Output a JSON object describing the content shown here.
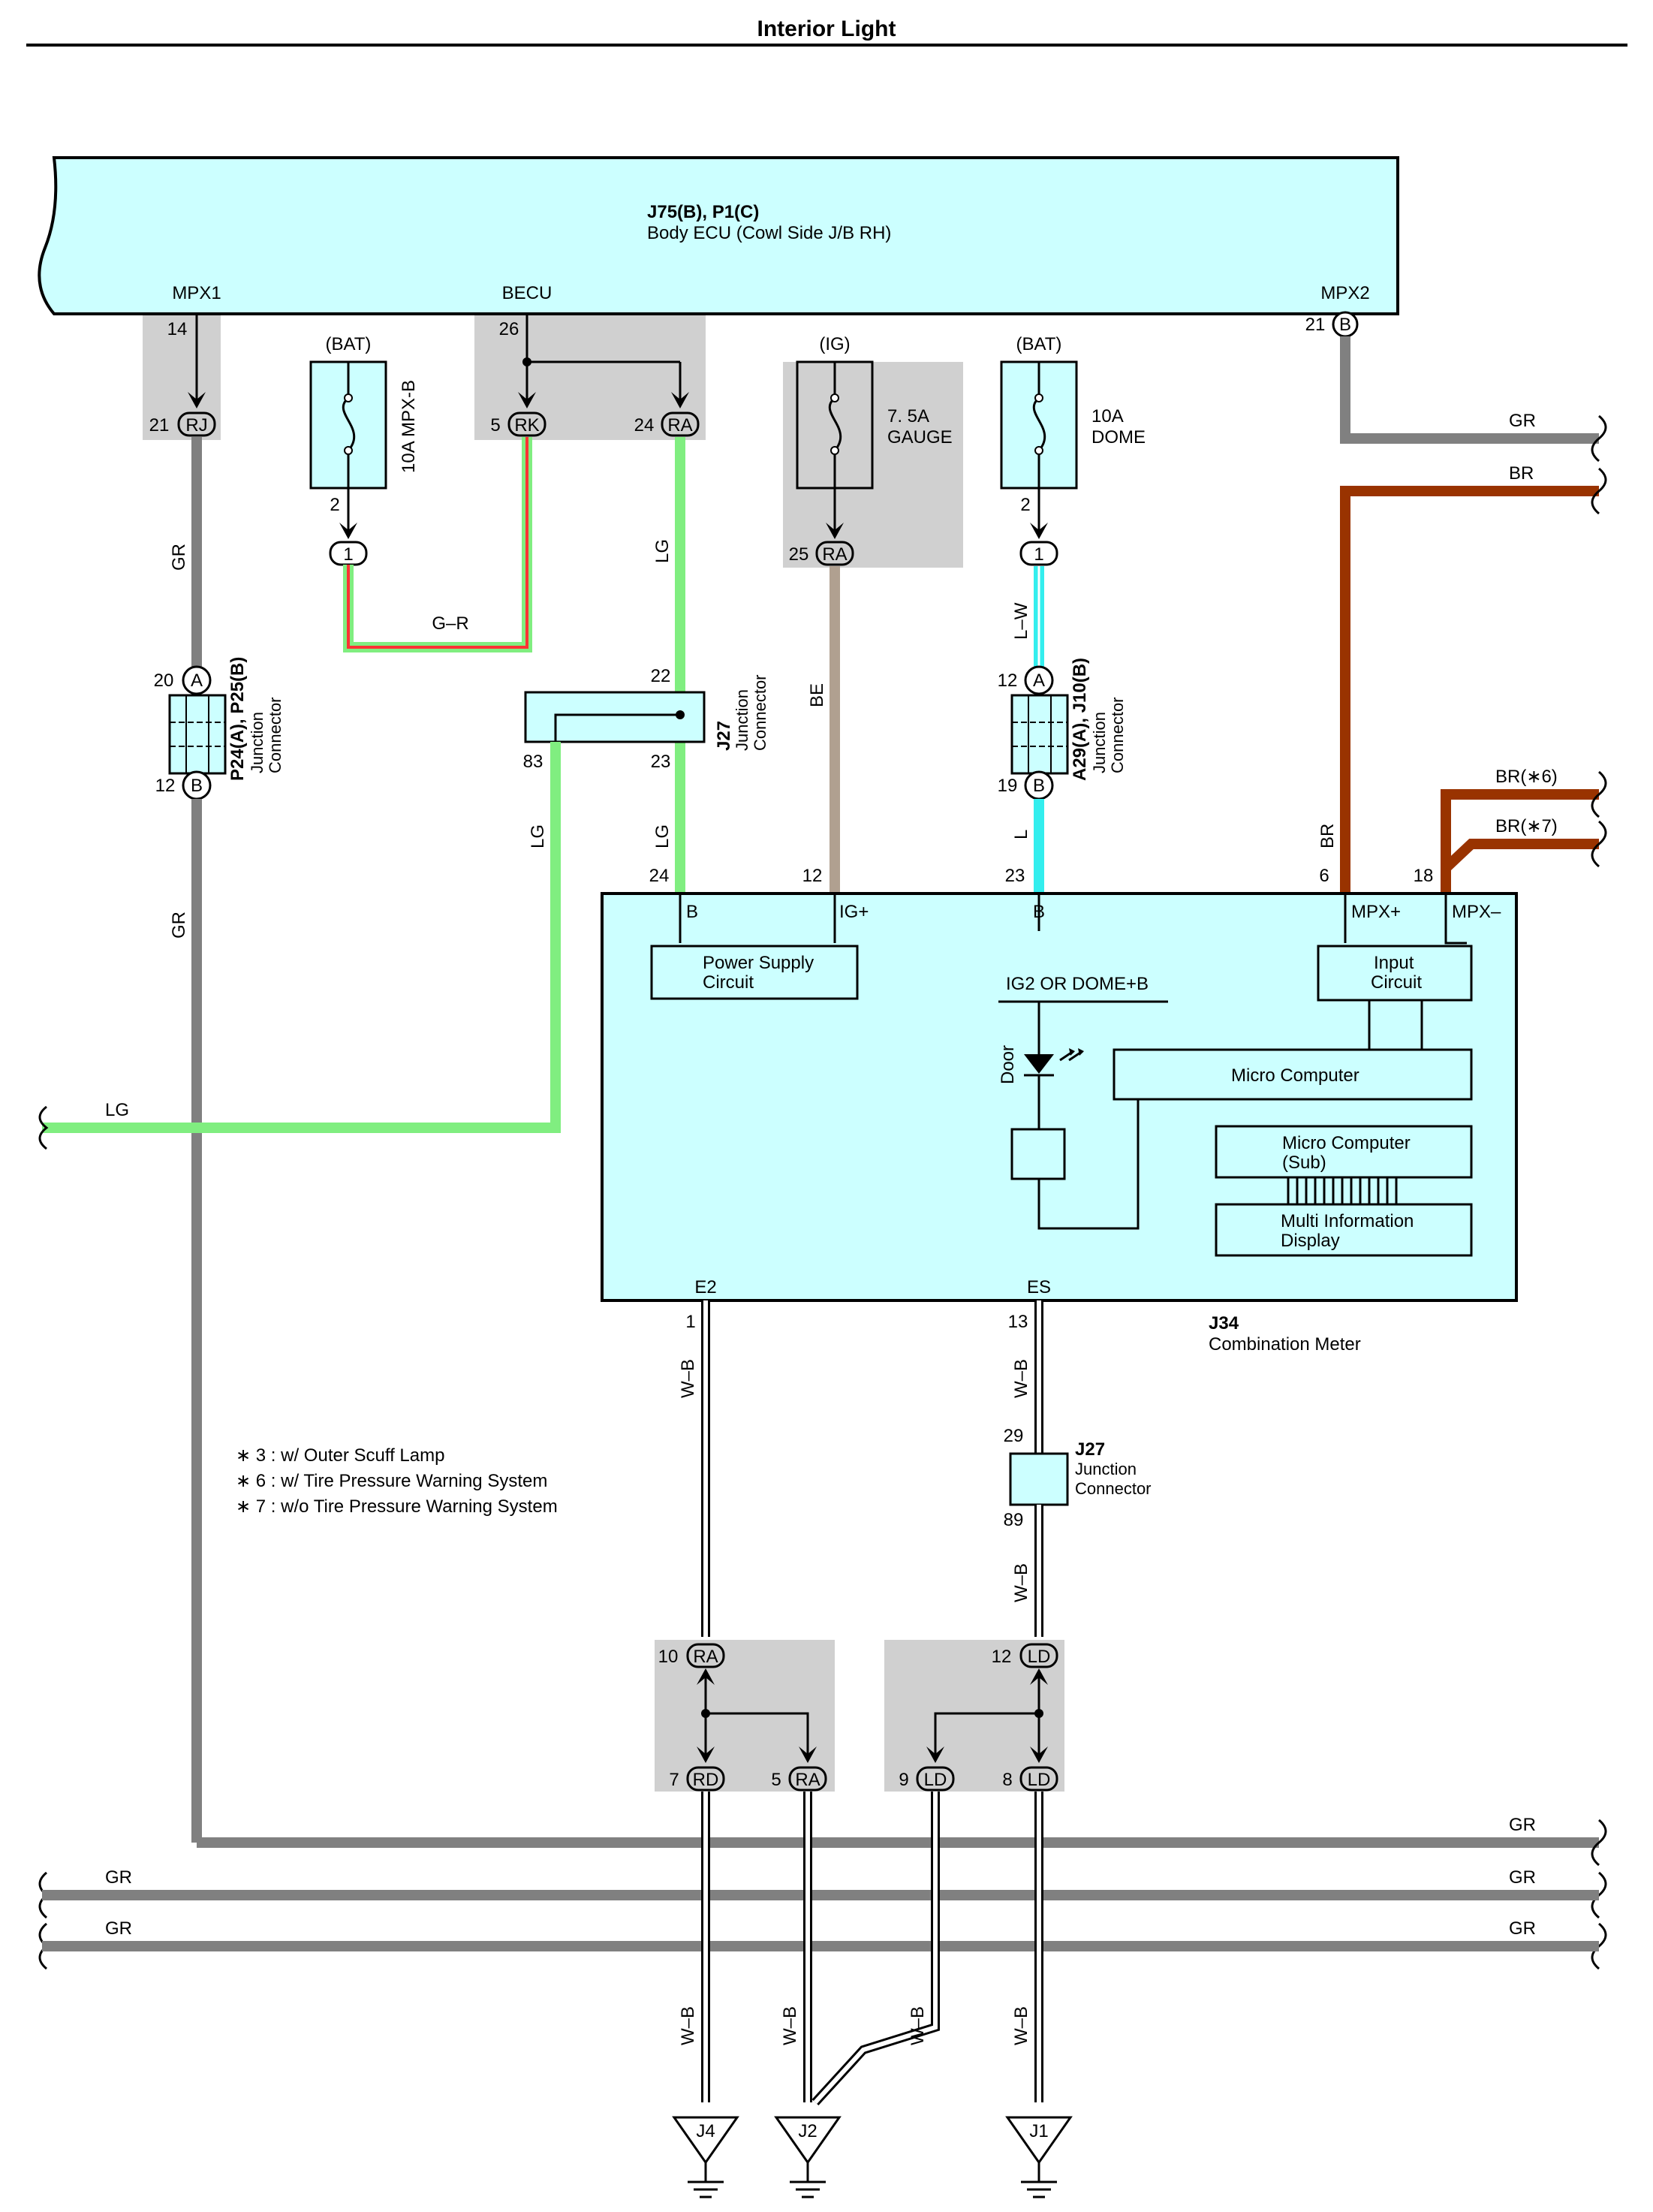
{
  "page": {
    "title": "Interior Light"
  },
  "ecu": {
    "id": "J75(B), P1(C)",
    "name": "Body ECU (Cowl Side J/B RH)",
    "pins": {
      "mpx1": "MPX1",
      "becu": "BECU",
      "mpx2": "MPX2"
    },
    "pin_numbers": {
      "mpx1": "14",
      "becu": "26",
      "mpx2": "21"
    },
    "mpx2_conn": "B"
  },
  "fuses": {
    "mpxb": {
      "source": "(BAT)",
      "rating": "10A MPX-B",
      "pin": "2",
      "conn": "1"
    },
    "gauge": {
      "source": "(IG)",
      "rating_line1": "7. 5A",
      "rating_line2": "GAUGE",
      "pin": "25",
      "conn": "RA"
    },
    "dome": {
      "source": "(BAT)",
      "rating_line1": "10A",
      "rating_line2": "DOME",
      "pin": "2",
      "conn": "1"
    }
  },
  "jb_connectors": {
    "rj": {
      "pin": "21",
      "label": "RJ"
    },
    "rk": {
      "pin": "5",
      "label": "RK"
    },
    "ra_top": {
      "pin": "24",
      "label": "RA"
    },
    "ra_10": {
      "pin": "10",
      "label": "RA"
    },
    "rd_7": {
      "pin": "7",
      "label": "RD"
    },
    "ra_5": {
      "pin": "5",
      "label": "RA"
    },
    "ld_12": {
      "pin": "12",
      "label": "LD"
    },
    "ld_9": {
      "pin": "9",
      "label": "LD"
    },
    "ld_8": {
      "pin": "8",
      "label": "LD"
    }
  },
  "wires": {
    "gr": "GR",
    "br": "BR",
    "br6": "BR(∗6)",
    "br7": "BR(∗7)",
    "gr_label": "G–R",
    "lg": "LG",
    "be": "BE",
    "lw": "L–W",
    "l": "L",
    "wb": "W–B"
  },
  "junction_p24": {
    "id": "P24(A), P25(B)",
    "name1": "Junction",
    "name2": "Connector",
    "top_pin": "20",
    "top_conn": "A",
    "bot_pin": "12",
    "bot_conn": "B"
  },
  "junction_j27_top": {
    "id": "J27",
    "name1": "Junction",
    "name2": "Connector",
    "pin_22": "22",
    "pin_83": "83",
    "pin_23": "23"
  },
  "junction_a29": {
    "id": "A29(A), J10(B)",
    "name1": "Junction",
    "name2": "Connector",
    "top_pin": "12",
    "top_conn": "A",
    "bot_pin": "19",
    "bot_conn": "B"
  },
  "junction_j27_bottom": {
    "id": "J27",
    "name1": "Junction",
    "name2": "Connector",
    "pin_29": "29",
    "pin_89": "89"
  },
  "meter": {
    "id": "J34",
    "name": "Combination Meter",
    "pins": {
      "b_left": "B",
      "igplus": "IG+",
      "b_mid": "B",
      "mpxplus": "MPX+",
      "mpxminus": "MPX–",
      "e2": "E2",
      "es": "ES"
    },
    "pin_numbers": {
      "p24": "24",
      "p12": "12",
      "p23": "23",
      "p6": "6",
      "p18": "18",
      "p1": "1",
      "p13": "13"
    },
    "blocks": {
      "psu_line1": "Power Supply",
      "psu_line2": "Circuit",
      "input_line1": "Input",
      "input_line2": "Circuit",
      "micro": "Micro Computer",
      "micro_sub_line1": "Micro Computer",
      "micro_sub_line2": "(Sub)",
      "mid_line1": "Multi Information",
      "mid_line2": "Display",
      "ig2": "IG2 OR DOME+B",
      "door": "Door"
    }
  },
  "notes": [
    "∗ 3 : w/ Outer Scuff Lamp",
    "∗ 6 : w/ Tire Pressure Warning System",
    "∗ 7 : w/o Tire Pressure Warning System"
  ],
  "grounds": {
    "j4": "J4",
    "j2": "J2",
    "j1": "J1"
  },
  "colors": {
    "ecu_fill": "#ccffff",
    "shade": "#d0d0d0",
    "gray_wire": "#808080",
    "brown_wire": "#993300",
    "green_wire": "#80ee80",
    "cyan_wire": "#33eeee",
    "tan_wire": "#b0a090",
    "red_stripe": "#ff3333"
  }
}
